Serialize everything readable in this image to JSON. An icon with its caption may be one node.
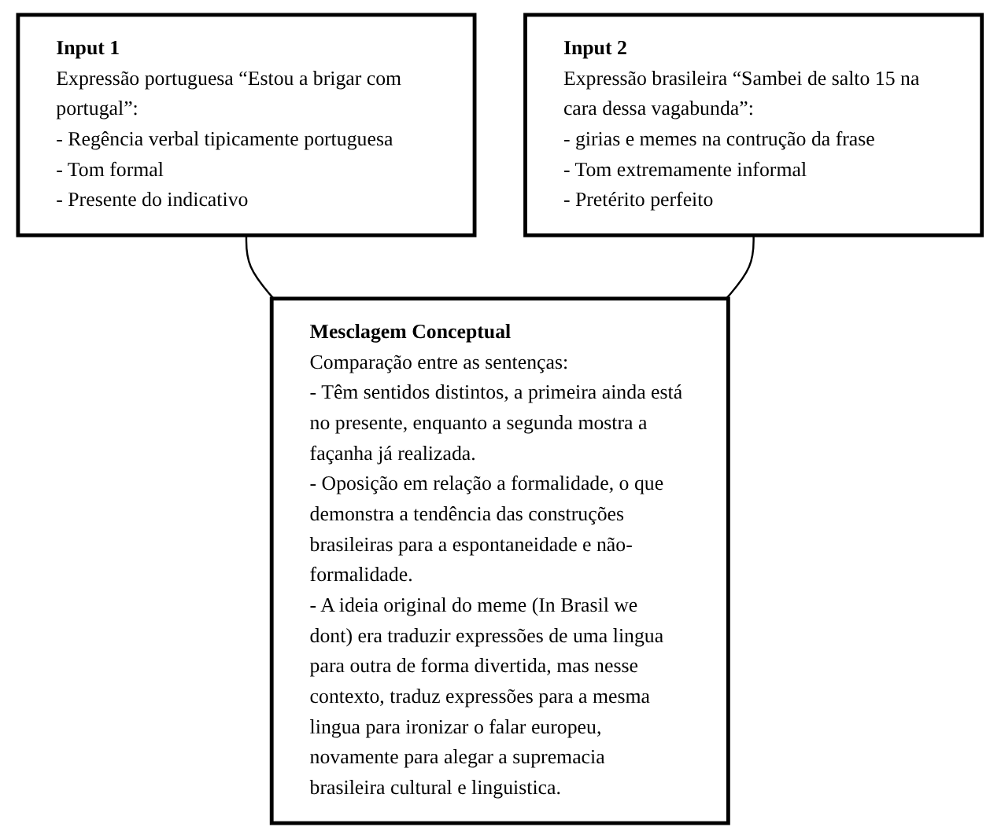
{
  "diagram": {
    "nodes": [
      {
        "text": [
          "Input 1",
          "Expressão portuguesa “Estou a brigar com portugal”:",
          "- Regência verbal tipicamente portuguesa",
          "- Tom formal",
          "- Presente do indicativo"
        ]
      },
      {
        "text": [
          "Input 2",
          "Expressão brasileira “Sambei de salto 15 na cara dessa vagabunda”:",
          "- girias e memes na contrução da frase",
          "- Tom extremamente informal",
          "- Pretérito perfeito"
        ]
      },
      {
        "text": [
          "Mesclagem Conceptual",
          "Comparação entre as sentenças:",
          "- Têm sentidos distintos, a primeira ainda está no presente, enquanto a segunda mostra a façanha já realizada.",
          "- Oposição em relação a formalidade, o que demonstra a tendência das construções brasileiras para a espontaneidade e não-formalidade.",
          "- A ideia original do meme (In Brasil we dont) era traduzir expressões de uma lingua para outra de forma divertida, mas nesse contexto, traduz expressões para a mesma lingua para ironizar o falar europeu, novamente para alegar a supremacia brasileira cultural e linguistica."
        ]
      }
    ],
    "edges": [
      {
        "from": 0,
        "to": 2,
        "arrow": "none"
      },
      {
        "from": 1,
        "to": 2,
        "arrow": "none"
      }
    ]
  }
}
